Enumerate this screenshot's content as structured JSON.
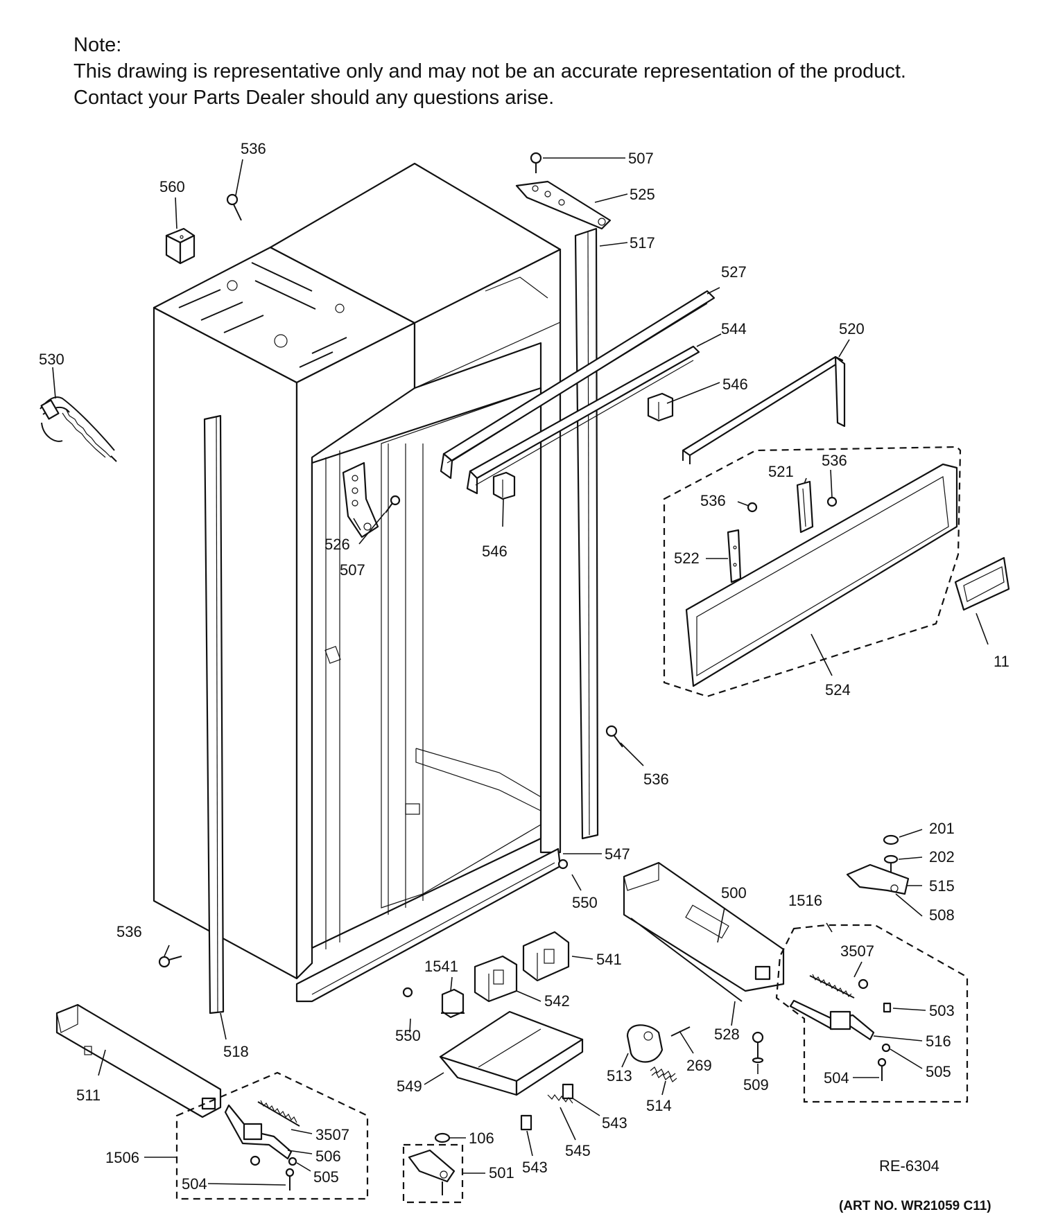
{
  "note": {
    "heading": "Note:",
    "line1": "This drawing is representative only and may not be an accurate representation of the product.",
    "line2": "Contact your Parts Dealer should any questions arise."
  },
  "reference": "RE-6304",
  "art_number": "(ART NO. WR21059 C11)",
  "part_labels": [
    "536",
    "560",
    "507",
    "525",
    "517",
    "527",
    "530",
    "544",
    "520",
    "546",
    "536",
    "521",
    "536",
    "526",
    "507",
    "546",
    "522",
    "11",
    "524",
    "536",
    "201",
    "202",
    "547",
    "515",
    "500",
    "550",
    "508",
    "1516",
    "536",
    "3507",
    "1541",
    "541",
    "542",
    "503",
    "528",
    "550",
    "516",
    "518",
    "269",
    "505",
    "513",
    "509",
    "504",
    "549",
    "514",
    "511",
    "3507",
    "543",
    "106",
    "506",
    "545",
    "1506",
    "505",
    "543",
    "501",
    "504"
  ]
}
